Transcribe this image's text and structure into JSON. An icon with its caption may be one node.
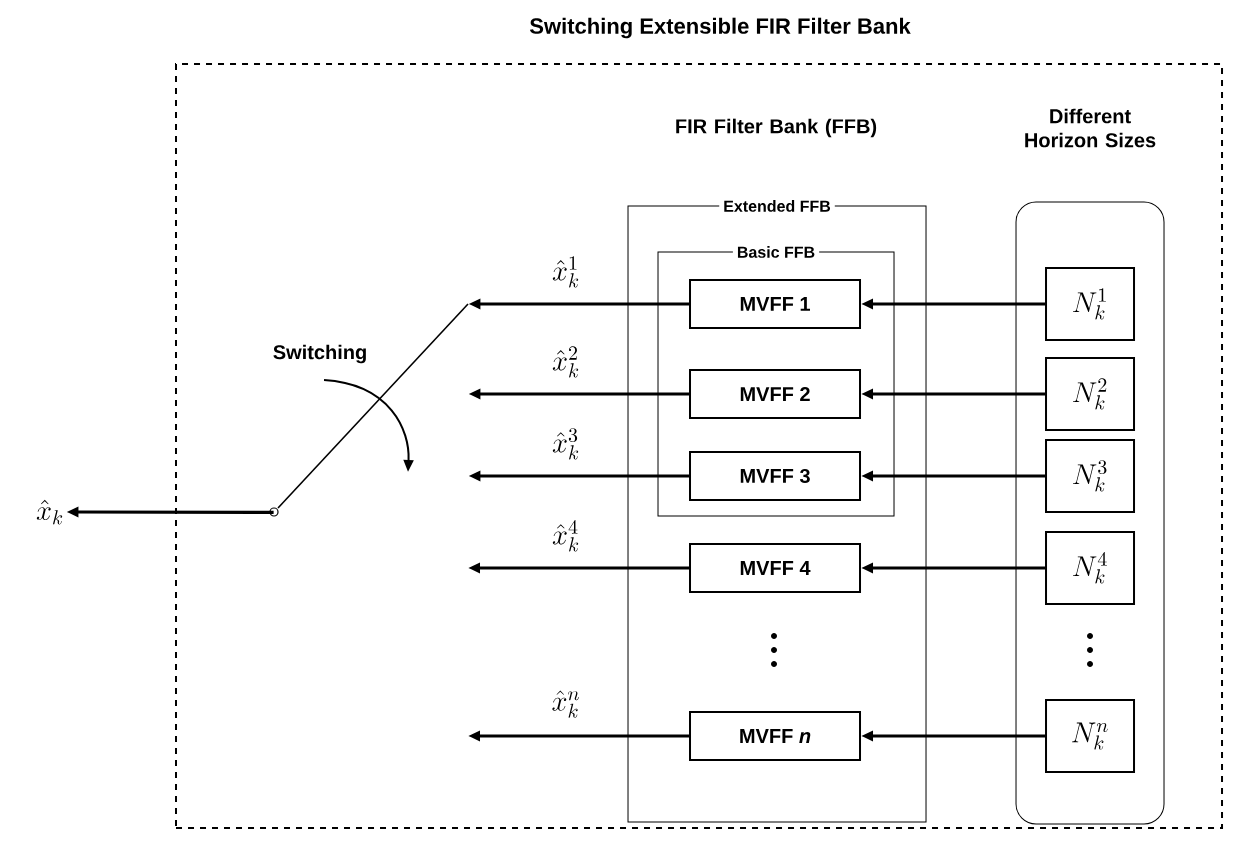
{
  "diagram": {
    "title": "Switching Extensible FIR Filter Bank",
    "nodes": [
      {
        "text": [],
        "shape": "box"
      },
      {
        "text": [
          "FIR Filter Bank (FFB)",
          "Extended FFB"
        ],
        "in": 0
      },
      {
        "text": [
          "Basic FFB"
        ],
        "in": 1
      },
      {
        "text": [
          "MVFF 1"
        ],
        "in": 2
      },
      {
        "text": [
          "MVFF 2"
        ],
        "in": 2
      },
      {
        "text": [
          "MVFF 3"
        ],
        "in": 2
      },
      {
        "text": [
          "MVFF 4"
        ],
        "in": 1
      },
      {
        "text": [
          "MVFF *n*"
        ],
        "in": 1
      },
      {
        "text": [
          "Different Horizon Sizes"
        ],
        "in": 0
      },
      {
        "text": [
          "N_k^{1}"
        ],
        "in": 8
      },
      {
        "text": [
          "N_k^{2}"
        ],
        "in": 8
      },
      {
        "text": [
          "N_k^{3}"
        ],
        "in": 8
      },
      {
        "text": [
          "N_k^{4}"
        ],
        "in": 8
      },
      {
        "text": [
          "N_k^{n}"
        ],
        "in": 8
      },
      {
        "text": [
          "\\hat{x}_k"
        ]
      },
      {
        "text": [],
        "shape": "switch",
        "in": 0
      }
    ],
    "edges": [
      {
        "from": 9,
        "to": 3,
        "arrow": "to"
      },
      {
        "from": 10,
        "to": 4,
        "arrow": "to"
      },
      {
        "from": 11,
        "to": 5,
        "arrow": "to"
      },
      {
        "from": 12,
        "to": 6,
        "arrow": "to"
      },
      {
        "from": 13,
        "to": 7,
        "arrow": "to"
      },
      {
        "from": 3,
        "to": 15,
        "arrow": "to",
        "label": "\\hat{x}_k^{1}"
      },
      {
        "from": 4,
        "to": 15,
        "arrow": "to",
        "label": "\\hat{x}_k^{2}"
      },
      {
        "from": 5,
        "to": 15,
        "arrow": "to",
        "label": "\\hat{x}_k^{3}"
      },
      {
        "from": 6,
        "to": null,
        "arrow": "to",
        "label": "\\hat{x}_k^{4}"
      },
      {
        "from": 7,
        "to": null,
        "arrow": "to",
        "label": "\\hat{x}_k^{n}"
      },
      {
        "from": 15,
        "to": 14,
        "arrow": "to"
      }
    ],
    "labels": [
      "Switching"
    ]
  }
}
